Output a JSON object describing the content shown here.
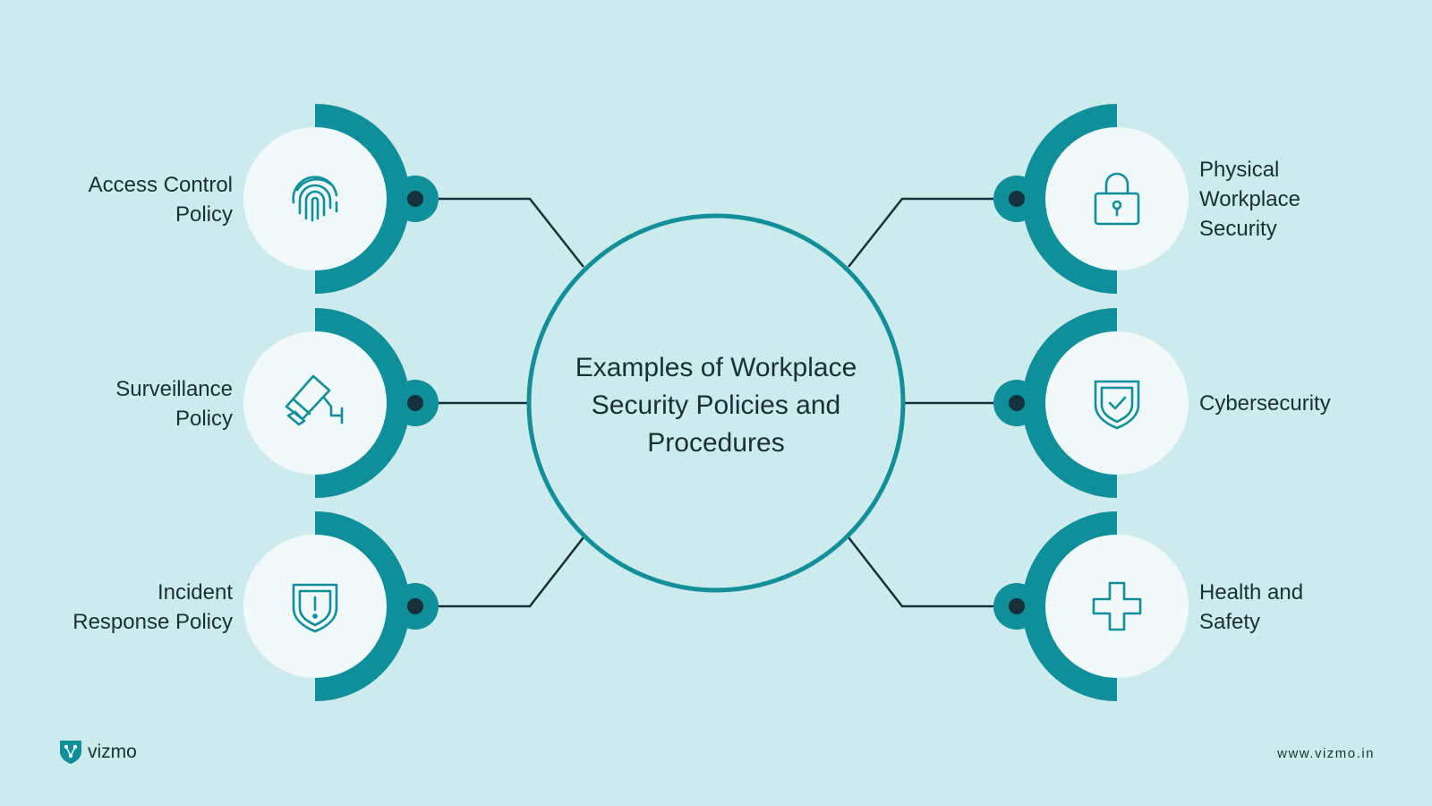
{
  "center": {
    "lines": [
      "Examples of Workplace",
      "Security Policies and",
      "Procedures"
    ]
  },
  "nodes_left": [
    {
      "icon": "fingerprint-icon",
      "lines": [
        "Access Control",
        "Policy"
      ]
    },
    {
      "icon": "cctv-camera-icon",
      "lines": [
        "Surveillance",
        "Policy"
      ]
    },
    {
      "icon": "alert-shield-icon",
      "lines": [
        "Incident",
        "Response Policy"
      ]
    }
  ],
  "nodes_right": [
    {
      "icon": "padlock-icon",
      "lines": [
        "Physical",
        "Workplace",
        "Security"
      ]
    },
    {
      "icon": "check-shield-icon",
      "lines": [
        "Cybersecurity"
      ]
    },
    {
      "icon": "medical-cross-icon",
      "lines": [
        "Health and",
        "Safety"
      ]
    }
  ],
  "footer": {
    "brand": "vizmo",
    "brand_icon": "vizmo-logo-icon",
    "url": "www.vizmo.in"
  },
  "colors": {
    "background": "#cdebed",
    "accent": "#0f8f99",
    "icon_circle": "#f1f9fa",
    "connector": "#16303b",
    "text": "#16303b"
  }
}
